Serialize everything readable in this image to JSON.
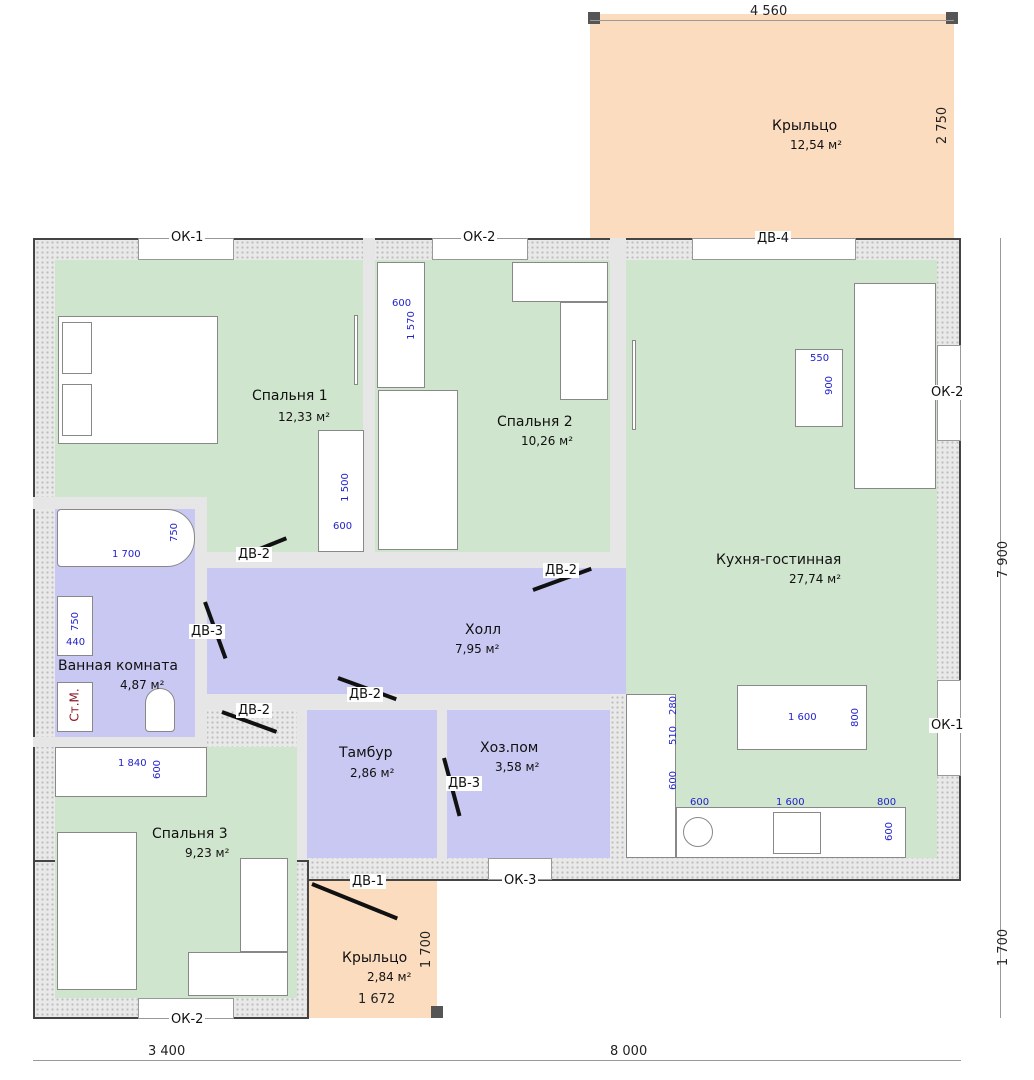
{
  "rooms": {
    "porch_top": {
      "name": "Крыльцо",
      "area": "12,54 м²"
    },
    "bedroom1": {
      "name": "Спальня 1",
      "area": "12,33 м²"
    },
    "bedroom2": {
      "name": "Спальня 2",
      "area": "10,26 м²"
    },
    "kitchen": {
      "name": "Кухня-гостинная",
      "area": "27,74 м²"
    },
    "hall": {
      "name": "Холл",
      "area": "7,95 м²"
    },
    "bathroom": {
      "name": "Ванная комната",
      "area": "4,87 м²"
    },
    "tambur": {
      "name": "Тамбур",
      "area": "2,86 м²"
    },
    "utility": {
      "name": "Хоз.пом",
      "area": "3,58 м²"
    },
    "bedroom3": {
      "name": "Спальня 3",
      "area": "9,23 м²"
    },
    "porch_bottom": {
      "name": "Крыльцо",
      "area": "2,84 м²"
    }
  },
  "windows": [
    "ОК-1",
    "ОК-2",
    "ОК-2",
    "ОК-1",
    "ОК-3",
    "ОК-2"
  ],
  "doors": [
    "ДВ-4",
    "ДВ-2",
    "ДВ-2",
    "ДВ-3",
    "ДВ-2",
    "ДВ-2",
    "ДВ-3",
    "ДВ-1"
  ],
  "washer_label": "Ст.М.",
  "dimensions": {
    "porch_width": "4 560",
    "porch_depth": "2 750",
    "house_depth": "7 900",
    "wing_depth": "1 700",
    "left_width": "3 400",
    "right_width": "8 000",
    "small_porch_depth": "1 700",
    "small_porch_width": "1 672"
  },
  "furniture_dims": {
    "stair_w": "600",
    "stair_l": "1 570",
    "shelf_l": "1 500",
    "shelf_w": "600",
    "table_w": "550",
    "table_l": "900",
    "bath_l": "1 700",
    "bath_w": "750",
    "sink_l": "750",
    "sink_w": "440",
    "wardrobe_l": "1 840",
    "wardrobe_w": "600",
    "cab_280": "280",
    "cab_510": "510",
    "cab_600v": "600",
    "cab_600": "600",
    "cab_1600": "1 600",
    "cab_800": "800",
    "cab_600d": "600",
    "dining_l": "1 600",
    "dining_w": "800"
  },
  "colors": {
    "living": "#cfe5cd",
    "service": "#c9c8f2",
    "porch": "#fcdcbf"
  }
}
